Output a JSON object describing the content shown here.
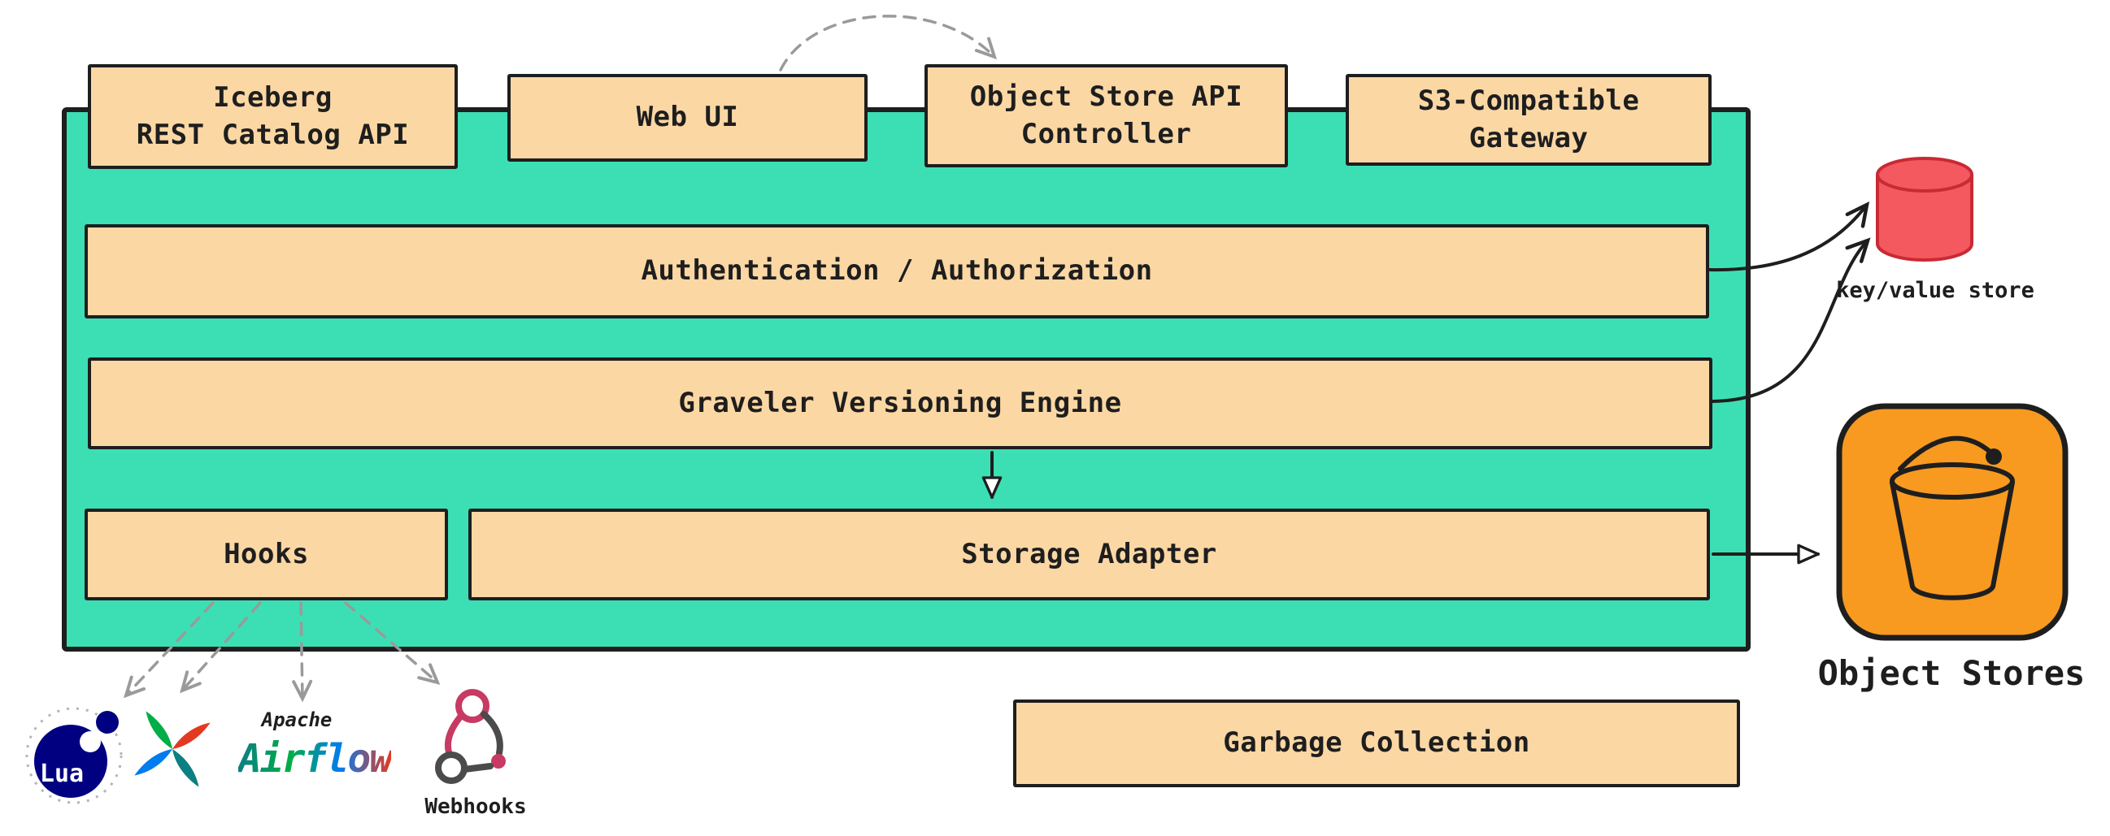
{
  "colors": {
    "canvas_bg": "#ffffff",
    "container_green": "#3cdfb4",
    "box_peach": "#fbd7a4",
    "ink": "#1e1e1e",
    "dashed_gray": "#9a9a9a",
    "kv_red_fill": "#f4595f",
    "kv_red_stroke": "#c92a35",
    "bucket_orange": "#f79a1f",
    "lua_navy": "#000081",
    "webhook_pink": "#c73a63",
    "webhook_gray": "#4b4b4b",
    "airflow_teal": "#0d7f84",
    "airflow_green": "#00ad46",
    "airflow_blue": "#017cee",
    "airflow_red": "#e43921"
  },
  "boxes": {
    "iceberg": {
      "label": "Iceberg\nREST Catalog API"
    },
    "web_ui": {
      "label": "Web UI"
    },
    "object_store_api": {
      "label": "Object Store API\nController"
    },
    "s3_gateway": {
      "label": "S3-Compatible\nGateway"
    },
    "auth": {
      "label": "Authentication / Authorization"
    },
    "graveler": {
      "label": "Graveler Versioning Engine"
    },
    "hooks": {
      "label": "Hooks"
    },
    "storage_adapter": {
      "label": "Storage Adapter"
    },
    "garbage_collection": {
      "label": "Garbage Collection"
    }
  },
  "annotations": {
    "kv_store": "key/value store",
    "object_stores": "Object Stores",
    "lua": "Lua",
    "apache": "Apache",
    "airflow": "Airflow",
    "webhooks": "Webhooks"
  },
  "icons": {
    "kv_store": "database-cylinder",
    "object_stores": "bucket",
    "lua": "lua-logo",
    "airflow": "airflow-pinwheel",
    "webhooks": "webhook-nodes"
  }
}
